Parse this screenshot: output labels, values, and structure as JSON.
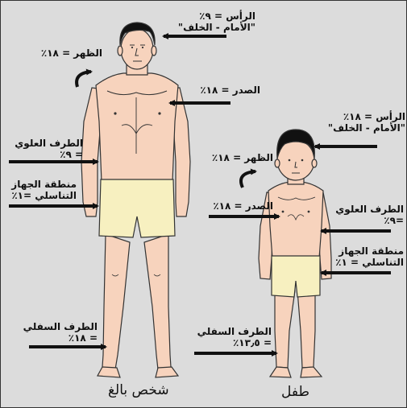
{
  "captions": {
    "adult": "شخص بالغ",
    "child": "طفل"
  },
  "adult_labels": {
    "head": "الرأس = ٩٪\n\"الأمام - الخلف\"",
    "back": "الظهر = ١٨٪",
    "chest": "الصدر = ١٨٪",
    "upper_limb": "الطرف العلوي\n= ٩٪",
    "genital": "منطقة الجهاز\nالتناسلي =١٪",
    "lower_limb": "الطرف السفلي\n= ١٨٪"
  },
  "child_labels": {
    "head": "الرأس = ١٨٪\n\"الأمام - الخلف\"",
    "back": "الظهر = ١٨٪",
    "chest": "الصدر = ١٨٪",
    "upper_limb": "الطرف العلوي\n=٩٪",
    "genital": "منطقة الجهاز\nالتناسلي = ١٪",
    "lower_limb": "الطرف السفلي\n= ١٣٫٥٪"
  },
  "colors": {
    "skin": "#f7d3bd",
    "shorts": "#f7f0c0",
    "hair": "#111111",
    "outline": "#333333",
    "background": "#dcdcdc"
  }
}
